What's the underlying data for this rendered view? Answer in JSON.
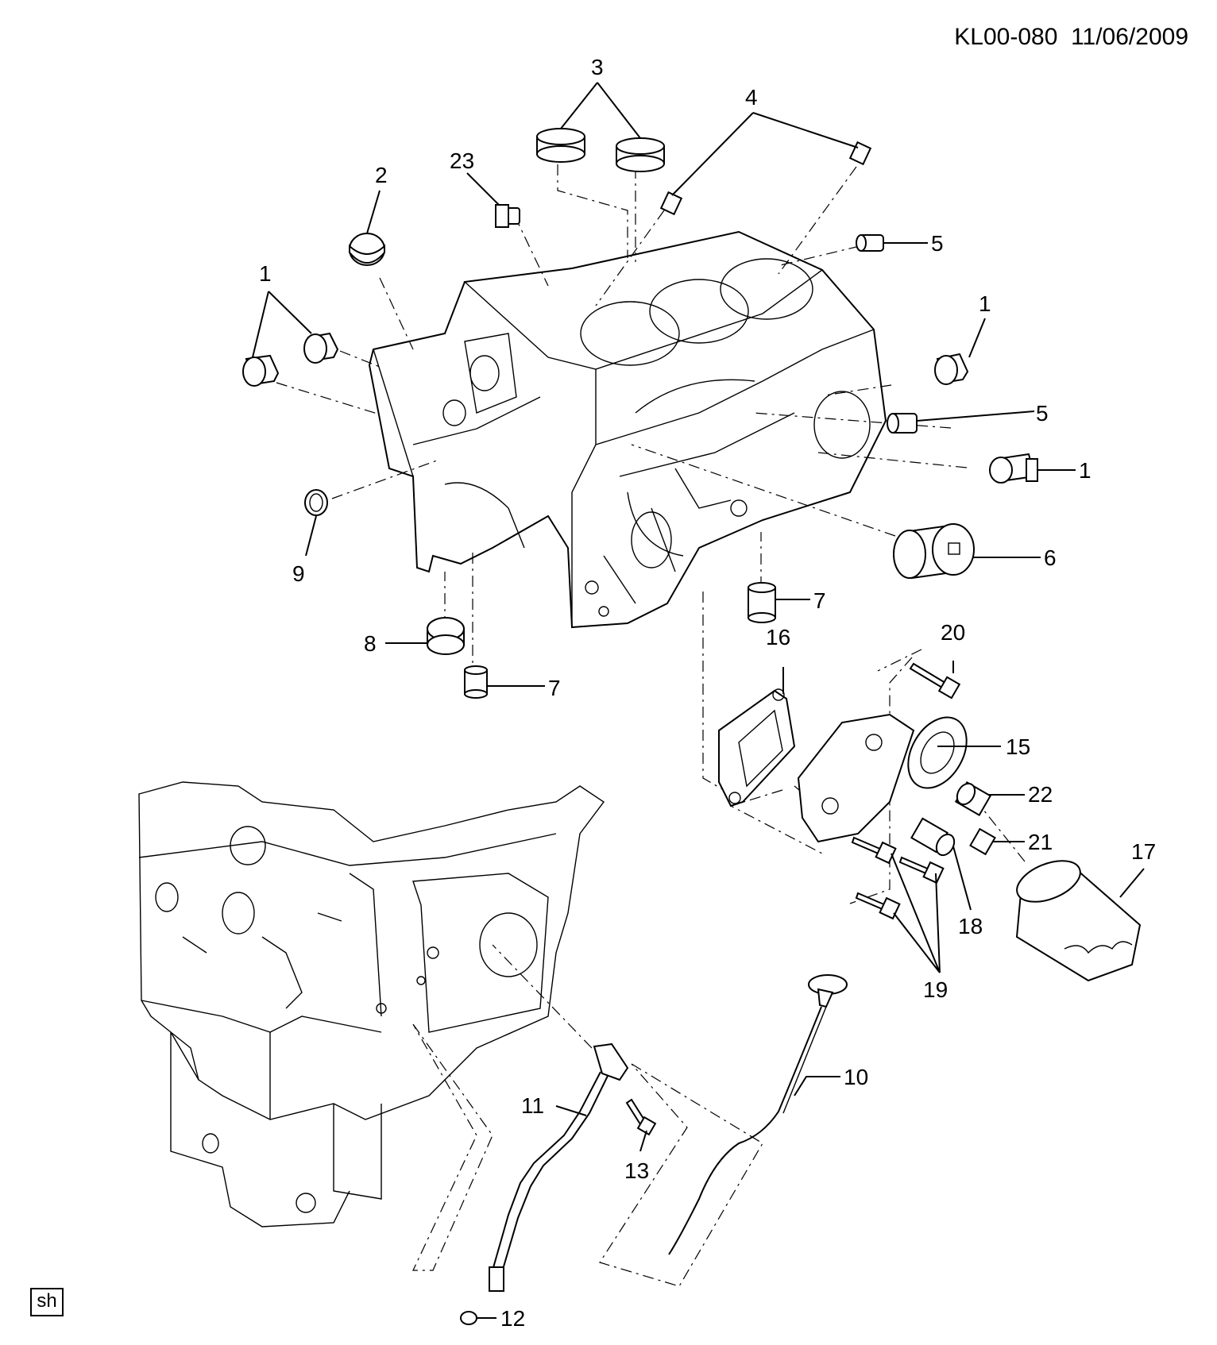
{
  "header": {
    "code": "KL00-080",
    "date": "11/06/2009"
  },
  "footer": {
    "badge": "sh"
  },
  "callouts": {
    "c1a": "1",
    "c1b": "1",
    "c1c": "1",
    "c2": "2",
    "c3": "3",
    "c4": "4",
    "c5a": "5",
    "c5b": "5",
    "c6": "6",
    "c7a": "7",
    "c7b": "7",
    "c8": "8",
    "c9": "9",
    "c10": "10",
    "c11": "11",
    "c12": "12",
    "c13": "13",
    "c15": "15",
    "c16": "16",
    "c17": "17",
    "c18": "18",
    "c19": "19",
    "c20": "20",
    "c21": "21",
    "c22": "22",
    "c23": "23"
  }
}
